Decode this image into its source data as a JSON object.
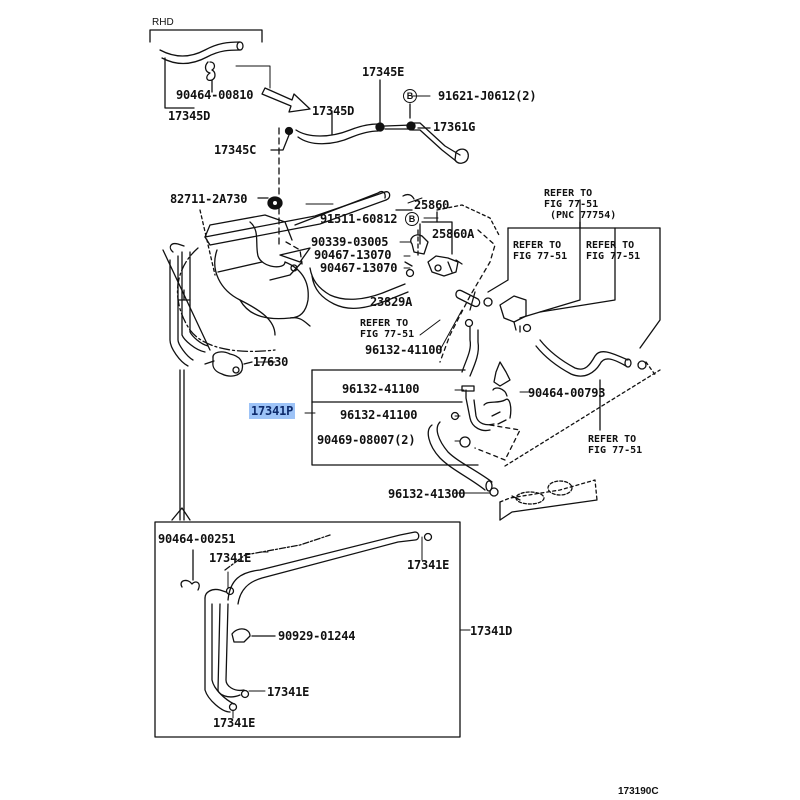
{
  "diagram": {
    "figure_code": "173190C",
    "variant_label": "RHD",
    "highlight_color": "#9dc3f7",
    "callout_letter": "B",
    "parts": {
      "p_90464_00810": "90464-00810",
      "p_17345D_rhd": "17345D",
      "p_17345D": "17345D",
      "p_17345E": "17345E",
      "p_91621": "91621-J0612(2)",
      "p_17361G": "17361G",
      "p_17345C": "17345C",
      "p_82711": "82711-2A730",
      "p_91511": "91511-60812",
      "p_25860": "25860",
      "p_25860A": "25860A",
      "p_90339": "90339-03005",
      "p_90467_a": "90467-13070",
      "p_90467_b": "90467-13070",
      "p_23829A": "23829A",
      "p_17630": "17630",
      "p_96132_top": "96132-41100",
      "p_96132_mid": "96132-41100",
      "p_17341P": "17341P",
      "p_96132_low": "96132-41100",
      "p_90469": "90469-08007(2)",
      "p_90464_00793": "90464-00793",
      "p_96132_41300": "96132-41300",
      "p_90464_00251": "90464-00251",
      "p_17341E_a": "17341E",
      "p_17341E_b": "17341E",
      "p_90929": "90929-01244",
      "p_17341D": "17341D",
      "p_17341E_c": "17341E",
      "p_17341E_d": "17341E"
    },
    "refer": {
      "main": "REFER TO\nFIG 77-51\n (PNC 77754)",
      "left": "REFER TO\nFIG 77-51",
      "right": "REFER TO\nFIG 77-51",
      "canister": "REFER TO\nFIG 77-51",
      "tank": "REFER TO\nFIG 77-51"
    }
  }
}
